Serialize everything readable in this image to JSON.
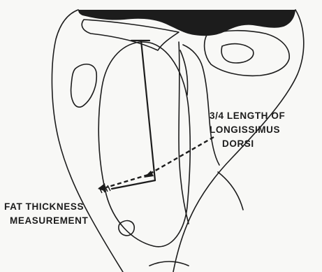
{
  "labels": {
    "loin_eye": [
      "3/4 LENGTH OF",
      "LONGISSIMUS",
      "DORSI"
    ],
    "fat": [
      "FAT THICKNESS",
      "MEASUREMENT"
    ]
  },
  "colors": {
    "ink": "#1c1c1c",
    "paper": "#f8f8f6"
  }
}
